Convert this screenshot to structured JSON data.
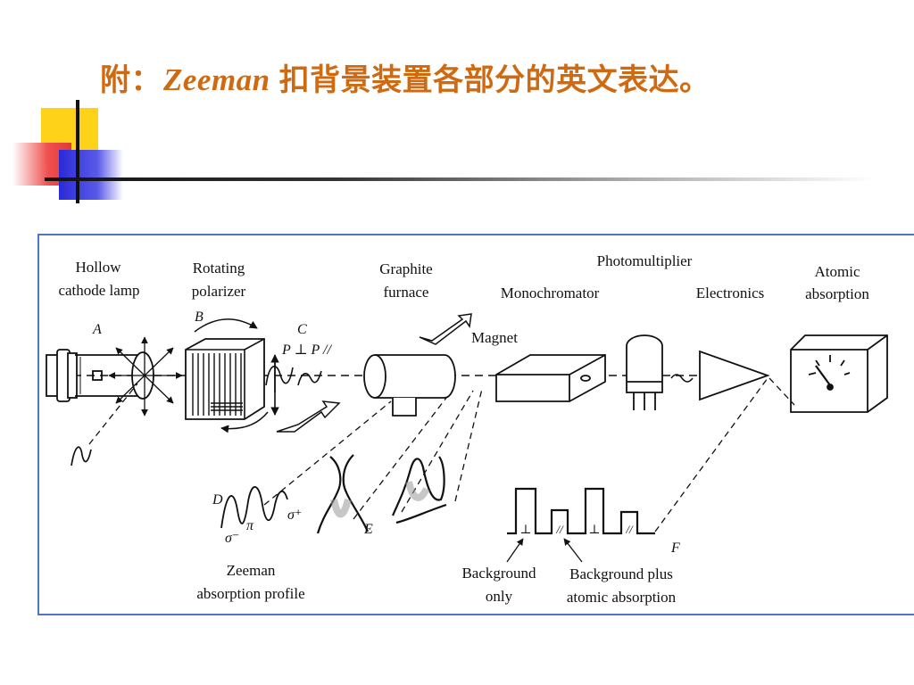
{
  "slide": {
    "title_prefix": "附：",
    "title_latin": "Zeeman",
    "title_suffix": "扣背景装置各部分的英文表达。"
  },
  "diagram": {
    "labels": {
      "hollow_1": "Hollow",
      "hollow_2": "cathode lamp",
      "rotating_1": "Rotating",
      "rotating_2": "polarizer",
      "graphite_1": "Graphite",
      "graphite_2": "furnace",
      "photomultiplier": "Photomultiplier",
      "monochromator": "Monochromator",
      "electronics": "Electronics",
      "atomic_1": "Atomic",
      "atomic_2": "absorption",
      "magnet": "Magnet",
      "zeeman_1": "Zeeman",
      "zeeman_2": "absorption profile",
      "bg_only_1": "Background",
      "bg_only_2": "only",
      "bg_plus_1": "Background plus",
      "bg_plus_2": "atomic absorption"
    },
    "letters": {
      "a": "A",
      "b": "B",
      "c": "C",
      "d": "D",
      "e": "E",
      "f": "F"
    },
    "symbols": {
      "polarization": "P ⊥ P //",
      "sigma_plus": "σ⁺",
      "pi": "π",
      "sigma_minus": "σ⁻",
      "perp": "⊥",
      "parallel": "//"
    },
    "colors": {
      "title": "#d06a10",
      "frame": "#4f74c8",
      "line": "#111111"
    }
  }
}
